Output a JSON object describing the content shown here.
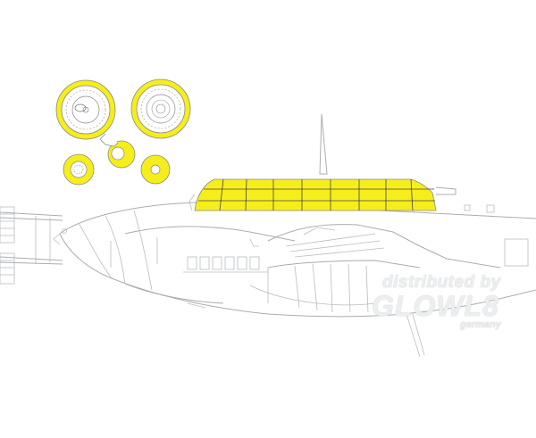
{
  "watermark": {
    "line1": "distributed by",
    "line2": "GLOWL8",
    "line3": "germany"
  },
  "colors": {
    "mask": "#f6ee1c",
    "outline": "#a9adb2",
    "background": "#ffffff"
  },
  "icons": [
    "wheel-mask-icon",
    "canopy-mask-icon",
    "aircraft-outline-icon"
  ]
}
